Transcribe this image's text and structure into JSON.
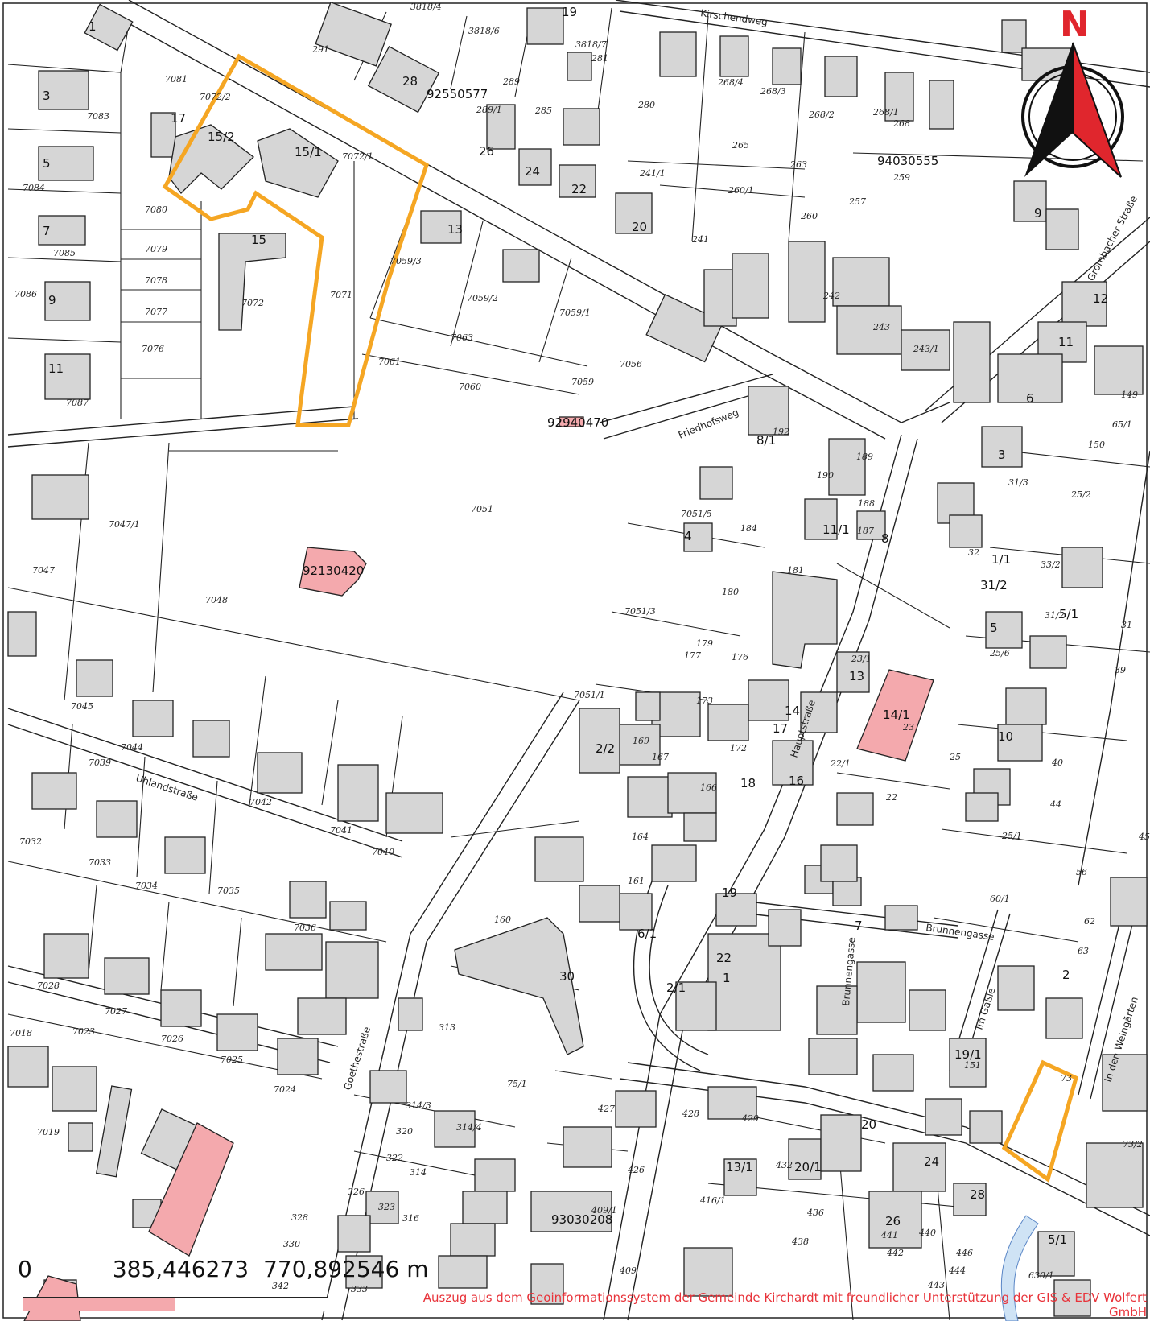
{
  "map": {
    "street_names": [
      "Kirschendweg",
      "Friedhofsweg",
      "Uhlandstraße",
      "Goethestraße",
      "Hauptstraße",
      "Brunnengasse",
      "Brunnengasse",
      "Im Gäßle",
      "Grombacher Straße",
      "In den Weingärten"
    ],
    "object_ids": [
      "92550577",
      "94030555",
      "92940470",
      "92130420",
      "93030208"
    ],
    "house_numbers": [
      "1",
      "3",
      "5",
      "7",
      "9",
      "11",
      "13",
      "15",
      "15/1",
      "15/2",
      "17",
      "19",
      "20",
      "22",
      "24",
      "26",
      "28",
      "30",
      "1",
      "2",
      "3",
      "4",
      "5",
      "6",
      "7",
      "8",
      "10",
      "11",
      "12",
      "13",
      "14",
      "16",
      "17",
      "18",
      "19",
      "20",
      "22",
      "24",
      "26",
      "28",
      "5/1",
      "6/1",
      "8/1",
      "11/1",
      "13/1",
      "14/1",
      "19/1",
      "20/1",
      "2/1",
      "2/2",
      "31/2",
      "5/1",
      "1/1",
      "9"
    ],
    "parcel_numbers": [
      "7072/2",
      "7072/1",
      "7081",
      "7083",
      "7084",
      "7080",
      "7079",
      "7078",
      "7077",
      "7076",
      "7085",
      "7086",
      "7087",
      "7071",
      "7072",
      "7059/3",
      "7059/2",
      "7059/1",
      "7063",
      "7061",
      "7060",
      "7059",
      "7056",
      "7051",
      "7047/1",
      "7047",
      "7048",
      "7045",
      "7044",
      "7042",
      "7041",
      "7040",
      "7039",
      "7032",
      "7033",
      "7034",
      "7035",
      "7036",
      "7028",
      "7027",
      "7026",
      "7025",
      "7024",
      "7023",
      "7019",
      "7018",
      "291",
      "289",
      "289/1",
      "285",
      "281",
      "280",
      "265",
      "263",
      "259",
      "257",
      "260",
      "260/1",
      "241/1",
      "241",
      "242",
      "243",
      "243/1",
      "268/4",
      "268/3",
      "268/2",
      "268/1",
      "268",
      "192",
      "190",
      "189",
      "188",
      "187",
      "184",
      "181",
      "180",
      "179",
      "177",
      "176",
      "173",
      "172",
      "169",
      "167",
      "166",
      "164",
      "161",
      "160",
      "7051/5",
      "7051/3",
      "7051/1",
      "23/1",
      "23",
      "22/1",
      "22",
      "25",
      "25/6",
      "25/1",
      "25/2",
      "33/2",
      "31/2",
      "31/3",
      "32",
      "31",
      "39",
      "40",
      "44",
      "45",
      "56",
      "60/1",
      "62",
      "63",
      "65/1",
      "150",
      "149",
      "151",
      "73",
      "73/2",
      "75/1",
      "313",
      "314/3",
      "314/4",
      "314",
      "316",
      "320",
      "322",
      "323",
      "326",
      "328",
      "330",
      "333",
      "342",
      "409",
      "409/1",
      "416/1",
      "426",
      "427",
      "428",
      "429",
      "432",
      "436",
      "438",
      "440",
      "441",
      "442",
      "443",
      "444",
      "446",
      "630/1",
      "3818/4",
      "3818/6",
      "3818/7"
    ],
    "colors": {
      "outline": "#f5a623",
      "building": "#d6d6d6",
      "highlight": "#f4a9ad",
      "credit": "#e8333a",
      "north_red": "#e0262d"
    }
  },
  "north_arrow": {
    "label": "N",
    "icon": "north-arrow-icon"
  },
  "scale": {
    "tick_0": "0",
    "tick_1": "385,446273",
    "tick_2": "770,892546 m"
  },
  "credit": {
    "text": "Auszug aus dem Geoinformationssystem der Gemeinde Kirchardt mit freundlicher Unterstützung der GIS & EDV Wolfert GmbH"
  }
}
